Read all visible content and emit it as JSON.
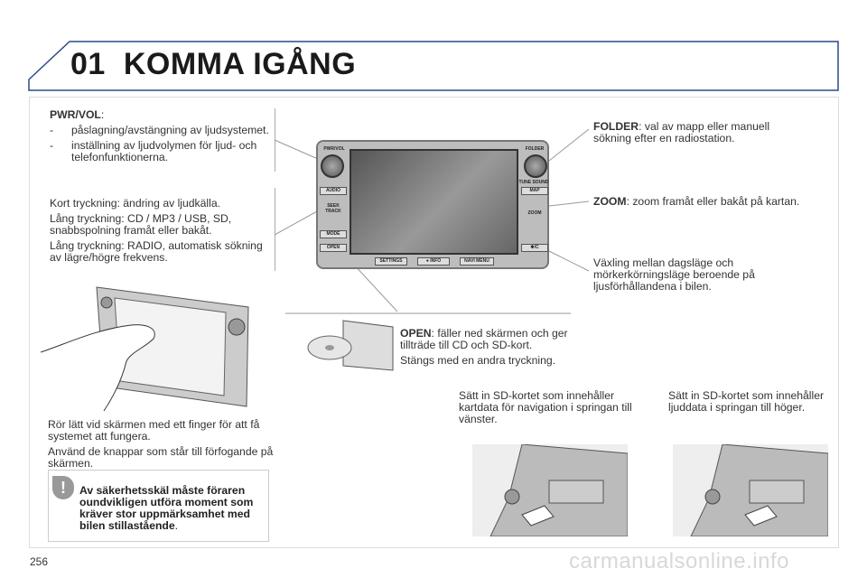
{
  "header": {
    "chapter": "01",
    "title": "KOMMA IGÅNG"
  },
  "left": {
    "pwr_label": "PWR/VOL",
    "pwr_items": [
      "påslagning/avstängning av ljudsystemet.",
      "inställning av ljudvolymen för ljud- och telefonfunktionerna."
    ],
    "audio_lines": [
      "Kort tryckning: ändring av ljudkälla.",
      "Lång tryckning: CD / MP3 / USB, SD, snabbspolning framåt eller bakåt.",
      "Lång tryckning: RADIO, automatisk sökning av lägre/högre frekvens."
    ],
    "touch_lines": [
      "Rör lätt vid skärmen med ett finger för att få systemet att fungera.",
      "Använd de knappar som står till förfogande på skärmen."
    ],
    "warning": "Av säkerhetsskäl måste föraren oundvikligen utföra moment som kräver stor uppmärksamhet med bilen stillastående",
    "warning_end": "."
  },
  "device": {
    "left_buttons": [
      "PWR/VOL",
      "AUDIO",
      "SEEK TRACK",
      "MODE",
      "OPEN"
    ],
    "right_buttons": [
      "FOLDER",
      "TUNE SOUND",
      "MAP",
      "ZOOM",
      "✱/C"
    ],
    "bottom_buttons": [
      "SETTINGS",
      "● INFO",
      "NAVI MENU"
    ]
  },
  "right": {
    "folder_label": "FOLDER",
    "folder_text": ": val av mapp eller manuell sökning efter en radiostation.",
    "zoom_label": "ZOOM",
    "zoom_text": ": zoom framåt eller bakåt på kartan.",
    "daynight": "Växling mellan dagsläge och mörkerkörningsläge beroende på ljusförhållandena i bilen."
  },
  "open": {
    "label": "OPEN",
    "text": ": fäller ned skärmen och ger tillträde till CD och SD-kort.",
    "text2": "Stängs med en andra tryckning."
  },
  "sd": {
    "left": "Sätt in SD-kortet som innehåller kartdata för navigation i springan till vänster.",
    "right": "Sätt in SD-kortet som innehåller ljuddata i springan till höger."
  },
  "footer": {
    "page": "256",
    "watermark": "carmanualsonline.info"
  }
}
